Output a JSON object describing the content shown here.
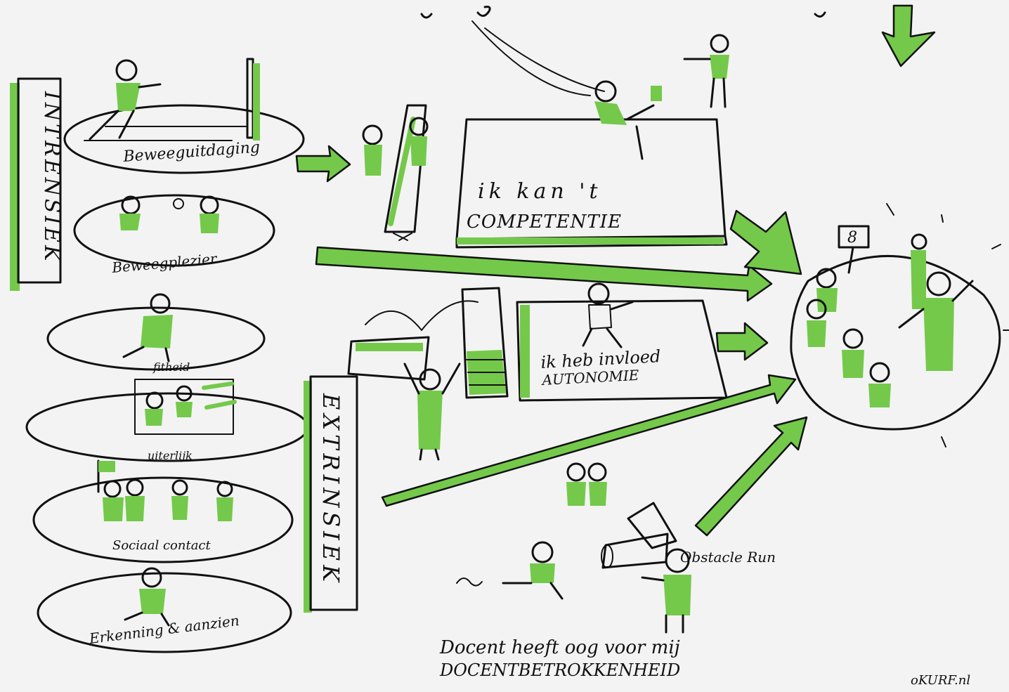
{
  "colors": {
    "background": "#f3f3f3",
    "ink": "#111111",
    "accent_green": "#74c94a"
  },
  "labels": {
    "intrinsiek": "INTRENSIEK",
    "extrinsiek": "EXTRINSIEK",
    "beweeguitdaging": "Beweeguitdaging",
    "beweegplezier": "Beweegplezier",
    "fitheid": "fitheid",
    "uiterlijk": "uiterlijk",
    "sociaal_contact": "Sociaal contact",
    "erkenning": "Erkenning & aanzien",
    "competentie_line1": "ik kan 't",
    "competentie_line2": "COMPETENTIE",
    "autonomie_line1": "ik heb invloed",
    "autonomie_line2": "AUTONOMIE",
    "obstacle_run": "Obstacle Run",
    "docent_line1": "Docent heeft oog voor mij",
    "docent_line2": "DOCENTBETROKKENHEID",
    "sign_number": "8",
    "credit": "oKURF.nl"
  },
  "icons": [
    "person-figure-icon",
    "ball-icon",
    "flag-icon",
    "megaphone-icon",
    "trampoline-icon",
    "vaulting-box-icon",
    "rope-swing-icon",
    "bench-icon",
    "arrow-icon"
  ]
}
